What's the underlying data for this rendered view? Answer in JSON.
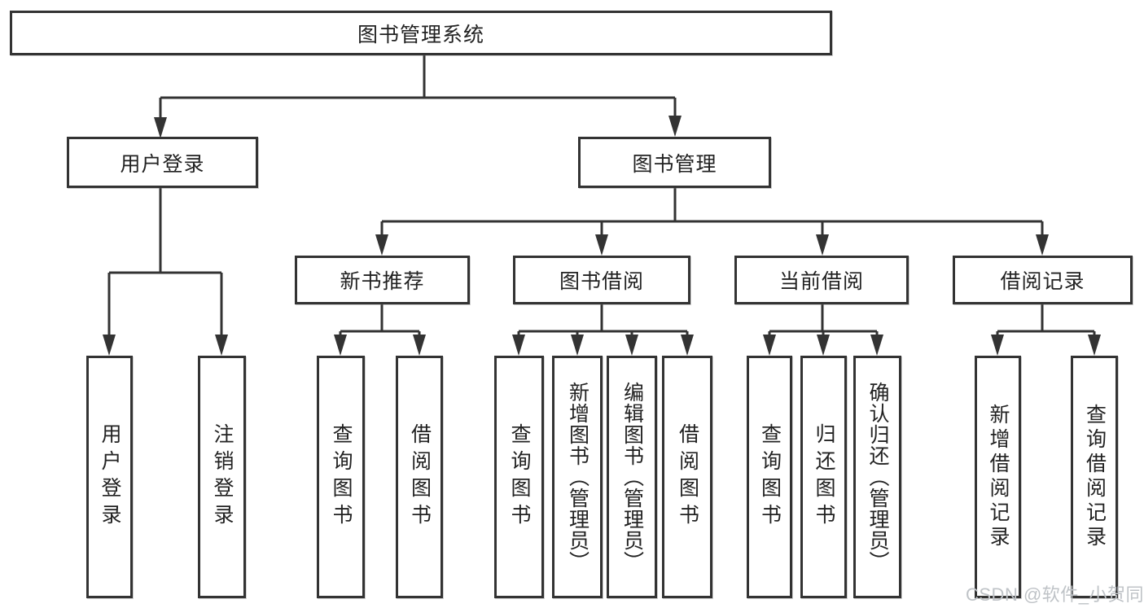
{
  "page": {
    "background": "#ffffff"
  },
  "colors": {
    "line": "#333333",
    "box_border": "#333333",
    "box_fill": "#ffffff",
    "text": "#222222",
    "watermark": "#bfc3c7"
  },
  "diagram": {
    "root": {
      "label": "图书管理系统"
    },
    "level2": {
      "user_login": {
        "label": "用户登录"
      },
      "book_management": {
        "label": "图书管理"
      }
    },
    "level3": {
      "new_book_recommend": {
        "label": "新书推荐"
      },
      "book_borrow": {
        "label": "图书借阅"
      },
      "current_borrow": {
        "label": "当前借阅"
      },
      "borrow_records": {
        "label": "借阅记录"
      }
    },
    "leaves": {
      "user_login": {
        "label": "用户登录"
      },
      "logout": {
        "label": "注销登录"
      },
      "query_book_recommend": {
        "label": "查询图书"
      },
      "borrow_book_recommend": {
        "label": "借阅图书"
      },
      "query_book_borrow": {
        "label": "查询图书"
      },
      "add_book_admin": {
        "label": "新增图书（管理员）"
      },
      "edit_book_admin": {
        "label": "编辑图书（管理员）"
      },
      "borrow_book_borrow": {
        "label": "借阅图书"
      },
      "query_book_current": {
        "label": "查询图书"
      },
      "return_book": {
        "label": "归还图书"
      },
      "confirm_return_admin": {
        "label": "确认归还（管理员）"
      },
      "add_borrow_record": {
        "label": "新增借阅记录"
      },
      "query_borrow_record": {
        "label": "查询借阅记录"
      }
    }
  },
  "watermark": {
    "text": "CSDN @软件_小贺同学"
  }
}
